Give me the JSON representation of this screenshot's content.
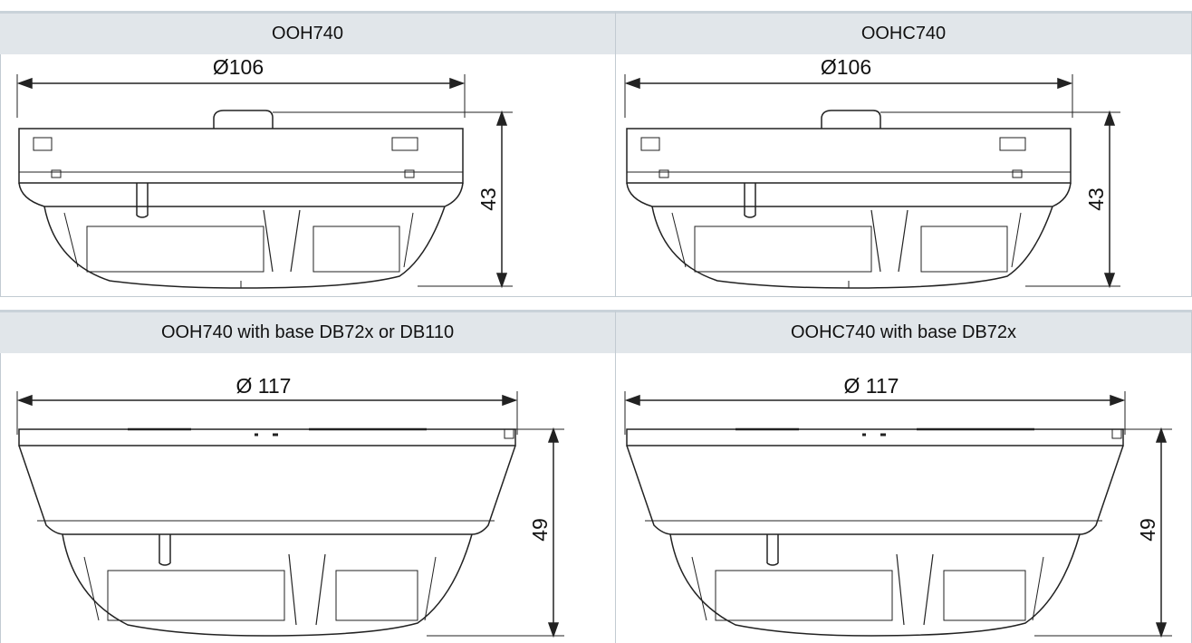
{
  "panels": [
    {
      "title": "OOH740",
      "diameter": "Ø106",
      "height": "43"
    },
    {
      "title": "OOHC740",
      "diameter": "Ø106",
      "height": "43"
    },
    {
      "title": "OOH740 with base DB72x or DB110",
      "diameter": "Ø 117",
      "height": "49"
    },
    {
      "title": "OOHC740 with base DB72x",
      "diameter": "Ø 117",
      "height": "49"
    }
  ]
}
